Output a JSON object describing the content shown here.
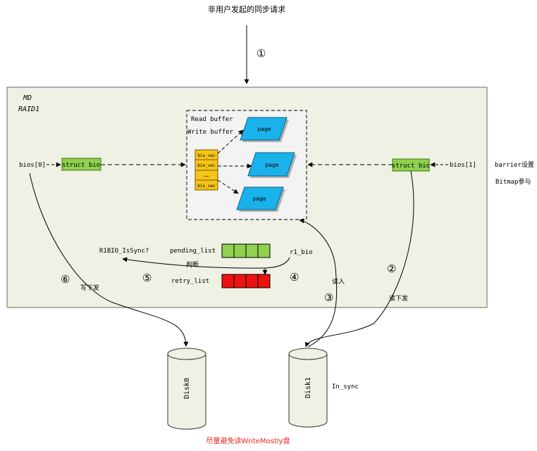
{
  "top_caption": "非用户发起的同步请求",
  "md_label": "MD",
  "raid_label": "RAID1",
  "buffer_title_read": "Read buffer",
  "buffer_title_write": "Write buffer",
  "page_label": "page",
  "bio_vec_items": [
    "bio_vec",
    "bio_vec",
    "……",
    "bio_vec"
  ],
  "left_bio_label": "bios[0]",
  "right_bio_label": "bios[1]",
  "struct_bio_label": "struct bio",
  "side_note_barrier": "barrier设置",
  "side_note_bitmap": "Bitmap参与",
  "pending_list_label": "pending_list",
  "retry_list_label": "retry_list",
  "r1bio_label": "r1_bio",
  "issync_label": "R1BIO_IsSync?",
  "judge_label": "判断",
  "read_in_label": "读入",
  "read_issue_label": "读下发",
  "write_issue_label": "写下发",
  "disk0_label": "Disk0",
  "disk1_label": "Disk1",
  "in_sync_label": "In_sync",
  "bottom_note": "尽量避免读WriteMostly盘",
  "steps": [
    "①",
    "②",
    "③",
    "④",
    "⑤",
    "⑥"
  ],
  "colors": {
    "md_bg": "#eef1e3",
    "struct_bio": "#8fd14f",
    "page": "#1ab2ea",
    "bio_vec": "#f5c518",
    "pending": "#8fd14f",
    "retry": "#ee1111",
    "bottom_note": "#ee2222"
  }
}
